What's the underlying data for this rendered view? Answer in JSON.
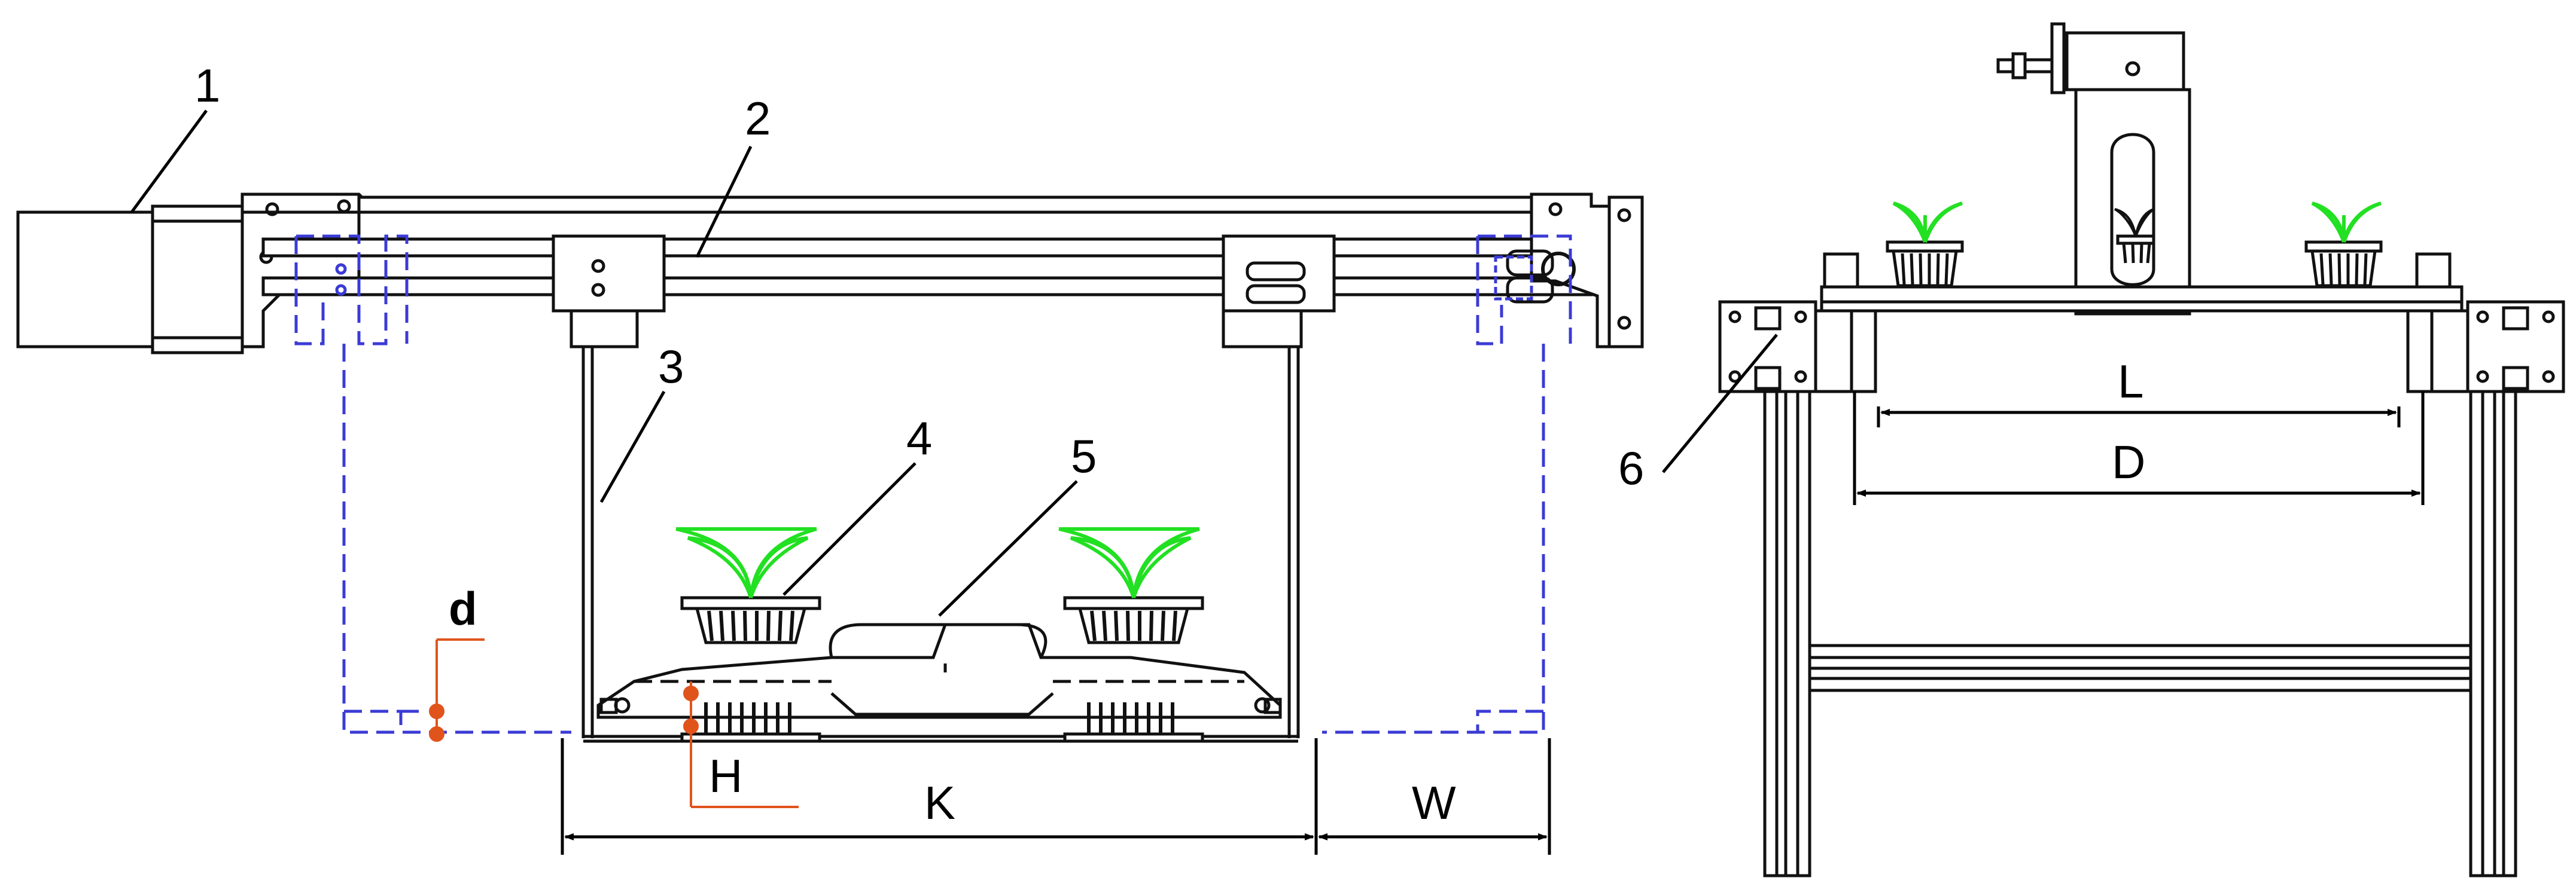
{
  "callouts": {
    "c1": "1",
    "c2": "2",
    "c3": "3",
    "c4": "4",
    "c5": "5",
    "c6": "6"
  },
  "dimensions": {
    "d": "d",
    "H": "H",
    "K": "K",
    "W": "W",
    "L": "L",
    "D": "D"
  },
  "colors": {
    "line": "#111111",
    "dashed_outline": "#3b3bd6",
    "plant": "#22e022",
    "marker": "#e0541c"
  }
}
